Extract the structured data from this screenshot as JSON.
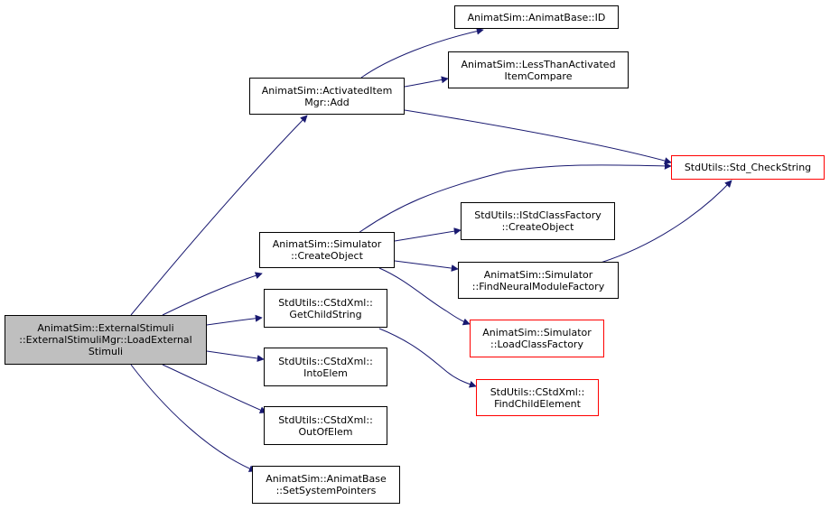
{
  "colors": {
    "edge": "#191970",
    "border": "#000000",
    "border_incomplete": "#ff0000",
    "current_fill": "#bfbfbf"
  },
  "nodes": {
    "root": [
      "AnimatSim::ExternalStimuli",
      "::ExternalStimuliMgr::LoadExternal",
      "Stimuli"
    ],
    "activated_add": [
      "AnimatSim::ActivatedItem",
      "Mgr::Add"
    ],
    "animatbase_id": [
      "AnimatSim::AnimatBase::ID"
    ],
    "less_than": [
      "AnimatSim::LessThanActivated",
      "ItemCompare"
    ],
    "check_string": [
      "StdUtils::Std_CheckString"
    ],
    "sim_create": [
      "AnimatSim::Simulator",
      "::CreateObject"
    ],
    "istd_create": [
      "StdUtils::IStdClassFactory",
      "::CreateObject"
    ],
    "find_neural": [
      "AnimatSim::Simulator",
      "::FindNeuralModuleFactory"
    ],
    "load_class": [
      "AnimatSim::Simulator",
      "::LoadClassFactory"
    ],
    "get_child": [
      "StdUtils::CStdXml::",
      "GetChildString"
    ],
    "find_child": [
      "StdUtils::CStdXml::",
      "FindChildElement"
    ],
    "into_elem": [
      "StdUtils::CStdXml::",
      "IntoElem"
    ],
    "out_of_elem": [
      "StdUtils::CStdXml::",
      "OutOfElem"
    ],
    "set_pointers": [
      "AnimatSim::AnimatBase",
      "::SetSystemPointers"
    ]
  },
  "edges": [
    [
      "root",
      "activated_add"
    ],
    [
      "root",
      "sim_create"
    ],
    [
      "root",
      "get_child"
    ],
    [
      "root",
      "into_elem"
    ],
    [
      "root",
      "out_of_elem"
    ],
    [
      "root",
      "set_pointers"
    ],
    [
      "activated_add",
      "animatbase_id"
    ],
    [
      "activated_add",
      "less_than"
    ],
    [
      "activated_add",
      "check_string"
    ],
    [
      "sim_create",
      "check_string"
    ],
    [
      "sim_create",
      "istd_create"
    ],
    [
      "sim_create",
      "find_neural"
    ],
    [
      "sim_create",
      "load_class"
    ],
    [
      "find_neural",
      "check_string"
    ],
    [
      "get_child",
      "find_child"
    ]
  ]
}
